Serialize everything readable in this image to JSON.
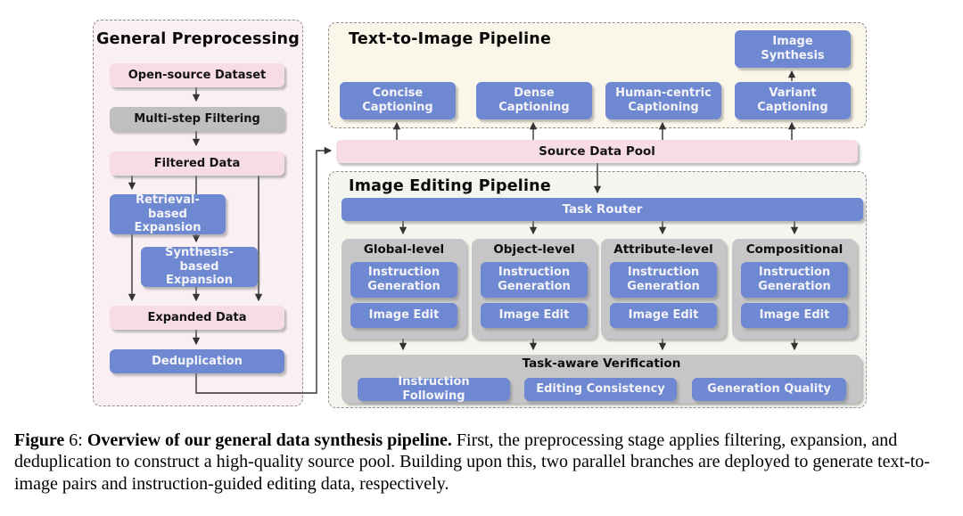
{
  "colors": {
    "blue": "#6e89d2",
    "blue_text": "#f4f3f7",
    "pink": "#f8dce3",
    "gray_box": "#bfbec1",
    "gray_container": "#c6c5c8",
    "panel_pink_bg": "#faf0f3",
    "panel_cream_bg": "#faf6e9",
    "panel_green_bg": "#f3f5ee",
    "arrow": "#333333"
  },
  "preprocessing": {
    "title": "General Preprocessing",
    "nodes": {
      "open_source": "Open-source Dataset",
      "multi_step": "Multi-step Filtering",
      "filtered": "Filtered Data",
      "retrieval": "Retrieval-based Expansion",
      "synthesis": "Synthesis-based Expansion",
      "expanded": "Expanded Data",
      "dedup": "Deduplication"
    }
  },
  "t2i": {
    "title": "Text-to-Image Pipeline",
    "nodes": {
      "concise": "Concise Captioning",
      "dense": "Dense Captioning",
      "human": "Human-centric Captioning",
      "variant": "Variant Captioning",
      "image_synthesis": "Image Synthesis"
    }
  },
  "source_pool": "Source Data Pool",
  "editing": {
    "title": "Image Editing Pipeline",
    "task_router": "Task Router",
    "columns": [
      {
        "header": "Global-level",
        "step1": "Instruction Generation",
        "step2": "Image Edit"
      },
      {
        "header": "Object-level",
        "step1": "Instruction Generation",
        "step2": "Image Edit"
      },
      {
        "header": "Attribute-level",
        "step1": "Instruction Generation",
        "step2": "Image Edit"
      },
      {
        "header": "Compositional",
        "step1": "Instruction Generation",
        "step2": "Image Edit"
      }
    ],
    "verification": {
      "title": "Task-aware Verification",
      "checks": [
        "Instruction Following",
        "Editing Consistency",
        "Generation Quality"
      ]
    }
  },
  "caption": {
    "label": "Figure",
    "number": " 6: ",
    "title": "Overview of our general data synthesis pipeline.",
    "body": " First, the preprocessing stage applies filtering, expansion, and deduplication to construct a high-quality source pool. Building upon this, two parallel branches are deployed to generate text-to-image pairs and instruction-guided editing data, respectively."
  }
}
